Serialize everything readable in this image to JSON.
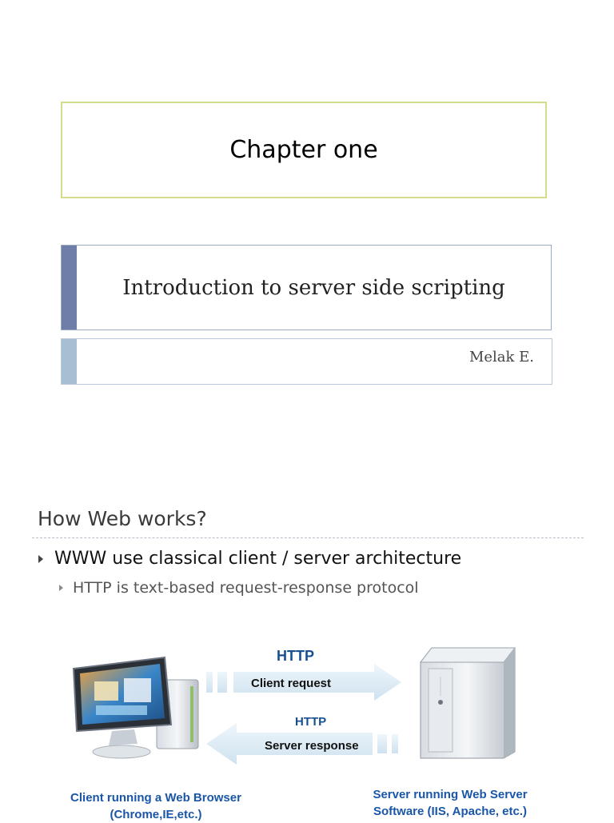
{
  "slide1": {
    "chapter": "Chapter one",
    "title": "Introduction to server side scripting",
    "author": "Melak E."
  },
  "slide2": {
    "title": "How Web works?",
    "bullets": [
      {
        "text": "WWW use classical client / server architecture"
      },
      {
        "text": "HTTP is text-based request-response protocol"
      }
    ],
    "diagram": {
      "request_protocol": "HTTP",
      "request_label": "Client request",
      "response_protocol": "HTTP",
      "response_label": "Server response",
      "client_caption_line1": "Client running  a Web Browser",
      "client_caption_line2": "(Chrome,IE,etc.)",
      "server_caption_line1": "Server running Web Server",
      "server_caption_line2": "Software   (IIS, Apache, etc.)",
      "client_icon": "desktop-computer-icon",
      "server_icon": "server-tower-icon",
      "caption_color": "#1a56a8",
      "arrow_color": "#dbeaf4"
    }
  }
}
